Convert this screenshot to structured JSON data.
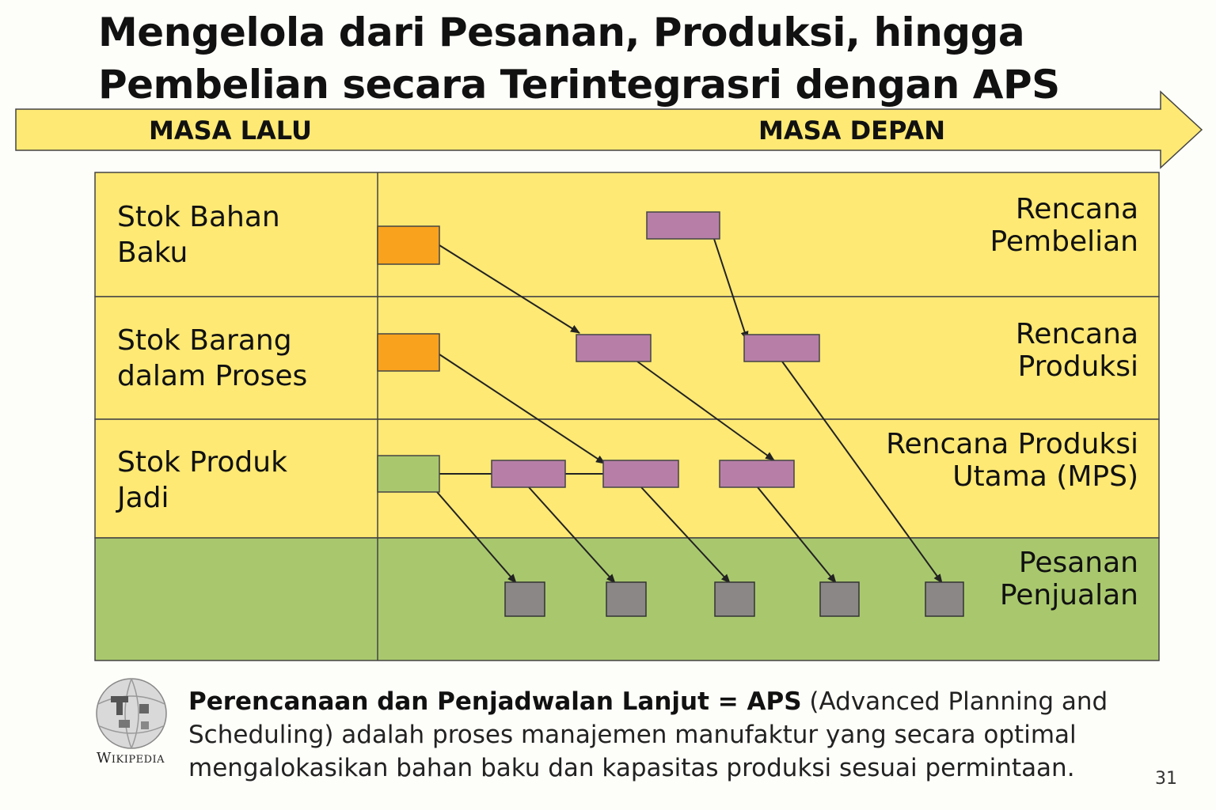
{
  "title": {
    "line1": "Mengelola dari Pesanan, Produksi, hingga",
    "line2": "Pembelian secara Terintegrasri dengan APS"
  },
  "timeline": {
    "past_label": "MASA LALU",
    "future_label": "MASA DEPAN"
  },
  "rows": [
    {
      "id": "raw-material",
      "label_lines": [
        "Stok Bahan",
        "Baku"
      ],
      "plan_lines": [
        "Rencana",
        "Pembelian"
      ]
    },
    {
      "id": "wip",
      "label_lines": [
        "Stok Barang",
        "dalam Proses"
      ],
      "plan_lines": [
        "Rencana",
        "Produksi"
      ]
    },
    {
      "id": "finished",
      "label_lines": [
        "Stok Produk",
        "Jadi"
      ],
      "plan_lines": [
        "Rencana Produksi",
        "Utama (MPS)"
      ]
    },
    {
      "id": "orders",
      "label_lines": [],
      "plan_lines": [
        "Pesanan",
        "Penjualan"
      ]
    }
  ],
  "footer": {
    "logo_word": "Wikipedia",
    "bold_text": "Perencanaan dan Penjadwalan Lanjut = APS",
    "body_text": " (Advanced Planning and Scheduling) adalah proses manajemen manufaktur yang secara optimal mengalokasikan bahan baku dan kapasitas produksi sesuai permintaan."
  },
  "page_number": "31",
  "colors": {
    "yellow": "#fde974",
    "green": "#a9c86e",
    "orange": "#f9a21d",
    "purple": "#b77fa8",
    "gray": "#8a8786",
    "light_green": "#a9c86e",
    "line": "#222222"
  }
}
